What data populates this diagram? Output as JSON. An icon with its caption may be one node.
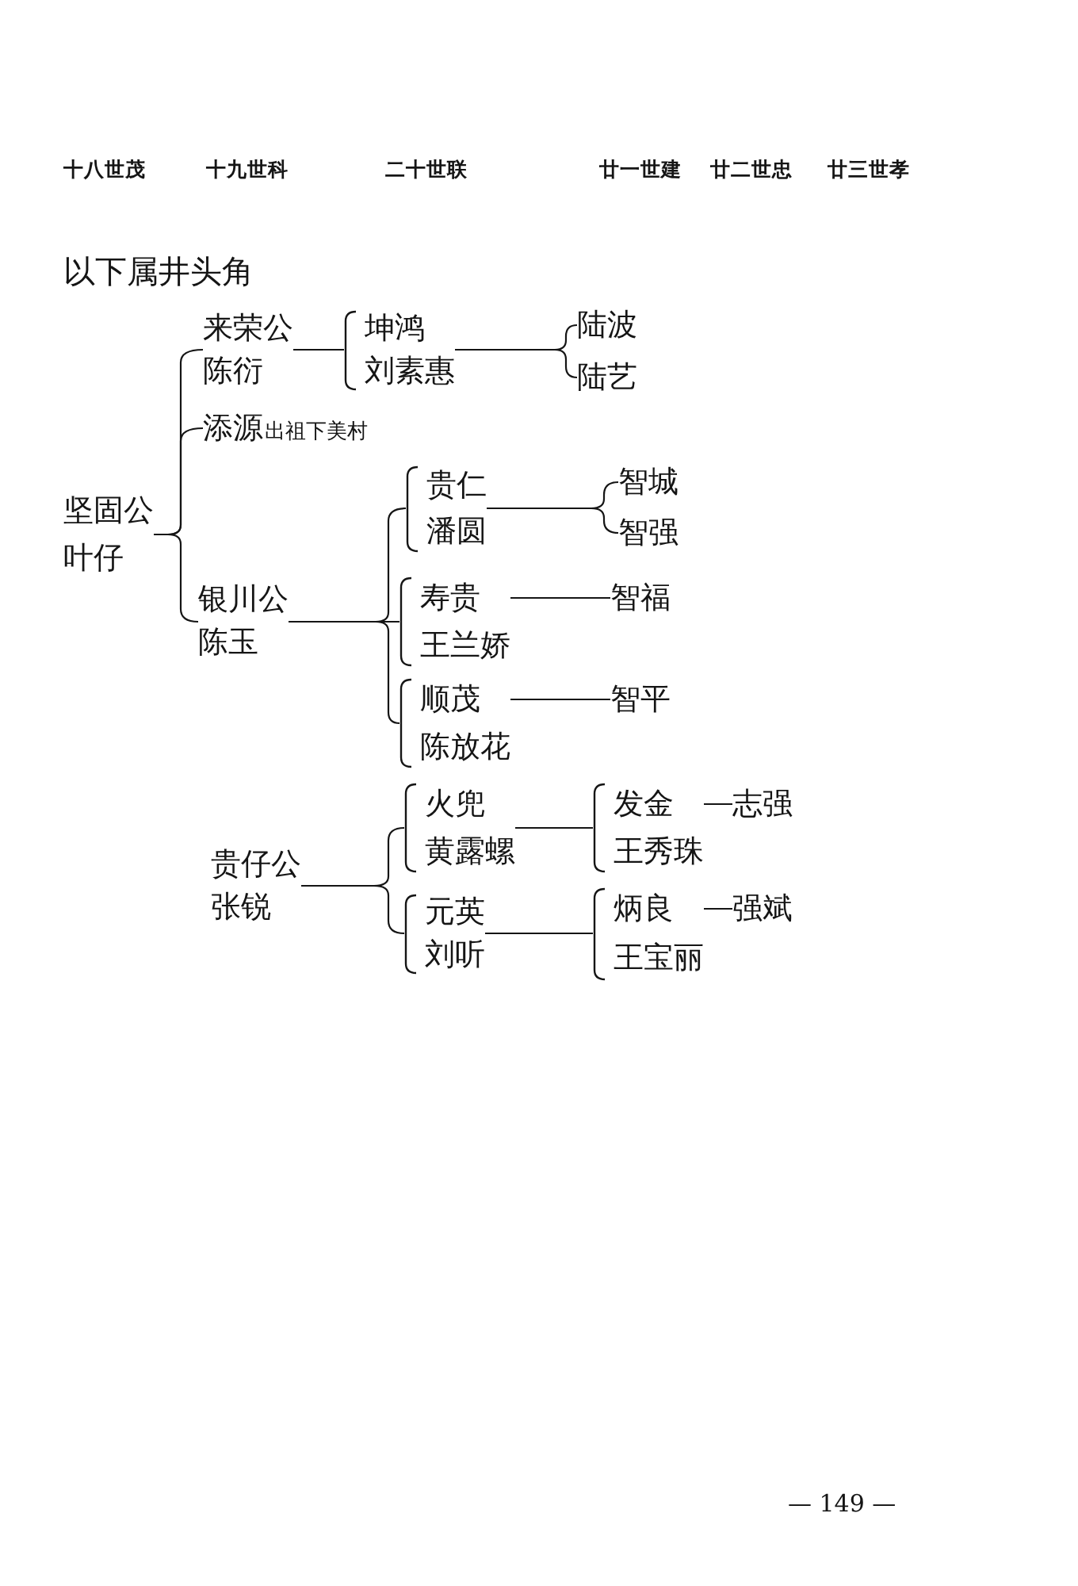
{
  "diagram": {
    "title": "以下属井头角",
    "nodes": [
      {
        "text": [
          "坚固公",
          "叶仔"
        ]
      },
      {
        "text": [
          "来荣公",
          "陈衍"
        ]
      },
      {
        "text": [
          "坤鸿",
          "刘素惠"
        ]
      },
      {
        "text": [
          "陆波"
        ]
      },
      {
        "text": [
          "陆艺"
        ]
      },
      {
        "text": [
          "添源"
        ],
        "beside": [
          "出祖下美村"
        ]
      },
      {
        "text": [
          "银川公",
          "陈玉"
        ]
      },
      {
        "text": [
          "贵仁",
          "潘圆"
        ]
      },
      {
        "text": [
          "智城"
        ]
      },
      {
        "text": [
          "智强"
        ]
      },
      {
        "text": [
          "寿贵",
          "王兰娇"
        ]
      },
      {
        "text": [
          "智福"
        ]
      },
      {
        "text": [
          "顺茂",
          "陈放花"
        ]
      },
      {
        "text": [
          "智平"
        ]
      },
      {
        "text": [
          "贵仔公",
          "张锐"
        ]
      },
      {
        "text": [
          "火兜",
          "黄露螺"
        ]
      },
      {
        "text": [
          "发金",
          "王秀珠"
        ]
      },
      {
        "text": [
          "志强"
        ]
      },
      {
        "text": [
          "元英",
          "刘听"
        ]
      },
      {
        "text": [
          "炳良",
          "王宝丽"
        ]
      },
      {
        "text": [
          "强斌"
        ]
      }
    ],
    "edges": [
      {
        "from": 0,
        "to": 1,
        "arrow": "none"
      },
      {
        "from": 0,
        "to": 5,
        "arrow": "none"
      },
      {
        "from": 0,
        "to": 6,
        "arrow": "none"
      },
      {
        "from": 1,
        "to": 2,
        "arrow": "none"
      },
      {
        "from": 2,
        "to": 3,
        "arrow": "none"
      },
      {
        "from": 2,
        "to": 4,
        "arrow": "none"
      },
      {
        "from": 6,
        "to": 7,
        "arrow": "none"
      },
      {
        "from": 6,
        "to": 10,
        "arrow": "none"
      },
      {
        "from": 6,
        "to": 12,
        "arrow": "none"
      },
      {
        "from": 7,
        "to": 8,
        "arrow": "none"
      },
      {
        "from": 7,
        "to": 9,
        "arrow": "none"
      },
      {
        "from": 10,
        "to": 11,
        "arrow": "none"
      },
      {
        "from": 12,
        "to": 13,
        "arrow": "none"
      },
      {
        "from": 14,
        "to": 15,
        "arrow": "none"
      },
      {
        "from": 14,
        "to": 18,
        "arrow": "none"
      },
      {
        "from": 15,
        "to": 16,
        "arrow": "none"
      },
      {
        "from": 16,
        "to": 17,
        "arrow": "none"
      },
      {
        "from": 18,
        "to": 19,
        "arrow": "none"
      },
      {
        "from": 19,
        "to": 20,
        "arrow": "none"
      }
    ],
    "labels": [
      "十八世茂",
      "十九世科",
      "二十世联",
      "廿一世建",
      "廿二世忠",
      "廿三世孝",
      "— 149 —"
    ]
  }
}
